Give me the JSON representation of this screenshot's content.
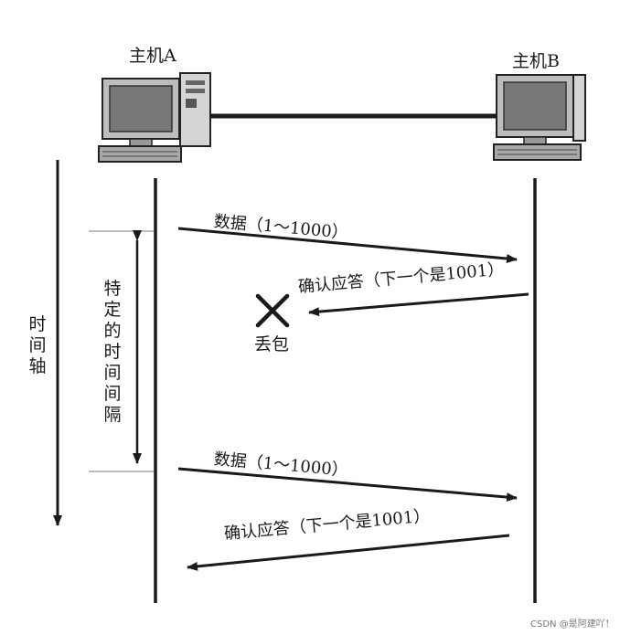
{
  "hosts": {
    "a": {
      "label": "主机A"
    },
    "b": {
      "label": "主机B"
    }
  },
  "timeline": {
    "label": "时间轴"
  },
  "interval": {
    "label": "特定的时间间隔"
  },
  "messages": [
    {
      "label": "数据（1～1000）",
      "direction": "A→B"
    },
    {
      "label": "确认应答（下一个是1001）",
      "direction": "B→A"
    },
    {
      "label": "数据（1～1000）",
      "direction": "A→B"
    },
    {
      "label": "确认应答（下一个是1001）",
      "direction": "B→A"
    }
  ],
  "lost": {
    "label": "丢包",
    "icon": "lost-x-icon"
  },
  "watermark": "CSDN @是阿建吖！"
}
